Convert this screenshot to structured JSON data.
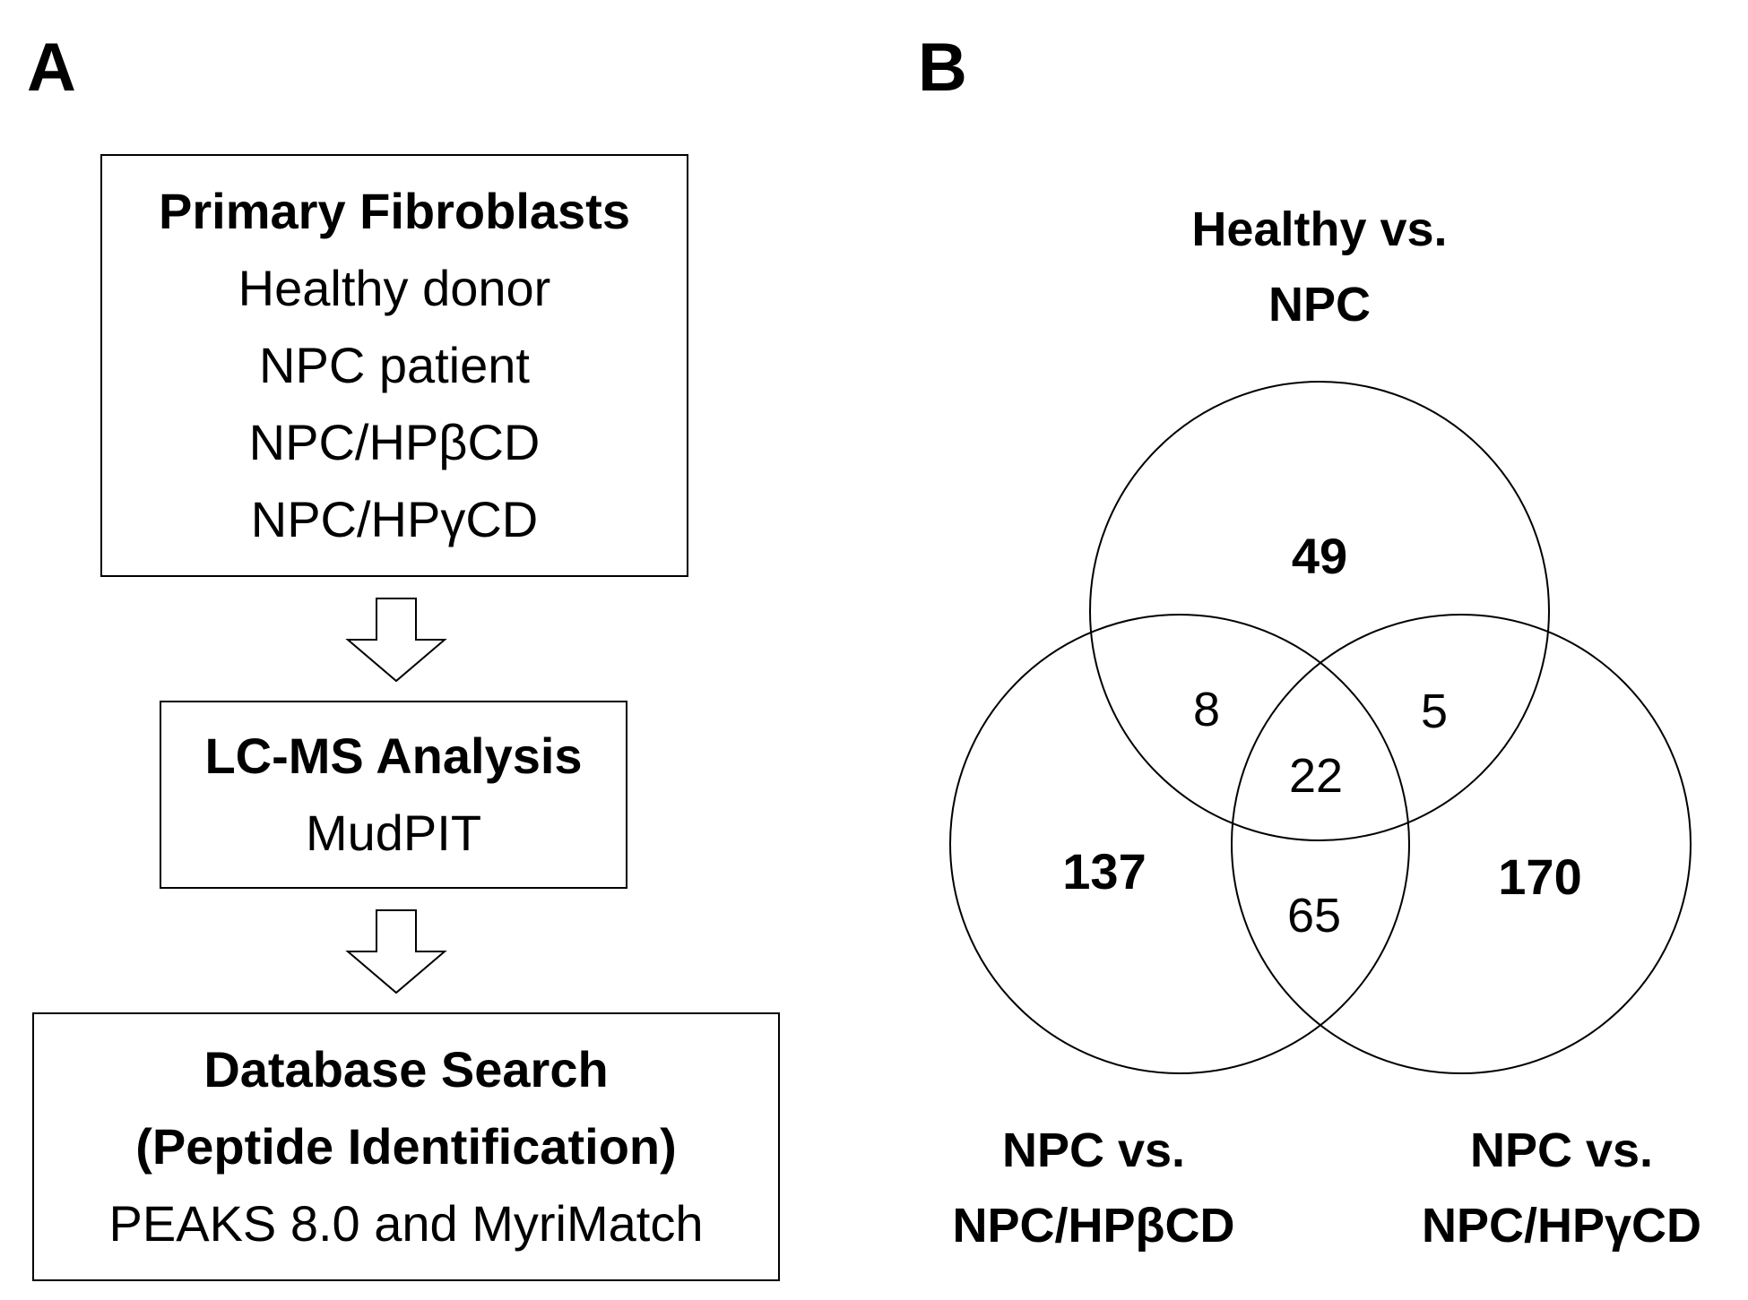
{
  "panel_a": {
    "label": "A",
    "boxes": [
      {
        "title": "Primary Fibroblasts",
        "lines": [
          "Healthy donor",
          "NPC patient",
          "NPC/HPβCD",
          "NPC/HPγCD"
        ]
      },
      {
        "title": "LC-MS Analysis",
        "lines": [
          "MudPIT"
        ]
      },
      {
        "title_lines": [
          "Database Search",
          "(Peptide Identification)"
        ],
        "lines": [
          "PEAKS 8.0 and MyriMatch"
        ]
      }
    ]
  },
  "panel_b": {
    "label": "B",
    "sets": [
      {
        "lines": [
          "Healthy vs.",
          "NPC"
        ]
      },
      {
        "lines": [
          "NPC vs.",
          "NPC/HPβCD"
        ]
      },
      {
        "lines": [
          "NPC vs.",
          "NPC/HPγCD"
        ]
      }
    ],
    "regions": {
      "top_only": "49",
      "left_only": "137",
      "right_only": "170",
      "top_left": "8",
      "top_right": "5",
      "all_three": "22",
      "left_right": "65"
    }
  }
}
